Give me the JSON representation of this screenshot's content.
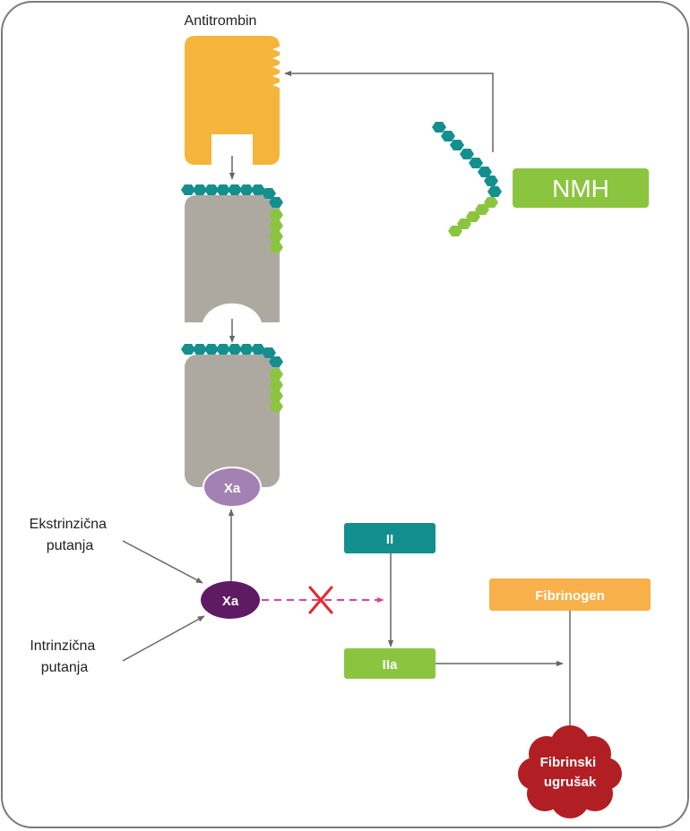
{
  "labels": {
    "antitrombin": "Antitrombin",
    "nmh": "NMH",
    "xa_bound": "Xa",
    "xa_free": "Xa",
    "ekstrinzicna_1": "Ekstrinzična",
    "ekstrinzicna_2": "putanja",
    "intrinzicna_1": "Intrinzična",
    "intrinzicna_2": "putanja",
    "ii": "II",
    "iia": "IIa",
    "fibrinogen": "Fibrinogen",
    "fibrinski_1": "Fibrinski",
    "fibrinski_2": "ugrušak"
  },
  "colors": {
    "antithrombin": "#F4B53A",
    "complex_gray": "#AEA9A0",
    "teal": "#148F8F",
    "green": "#8BC53F",
    "xa_light": "#A481B3",
    "xa_dark": "#5E1B63",
    "fibrinogen": "#F7B04A",
    "clot": "#B11F24",
    "inhibit_dash": "#E0409B",
    "inhibit_x": "#E8252A",
    "arrow": "#666666",
    "frame": "#7A7A7A"
  }
}
